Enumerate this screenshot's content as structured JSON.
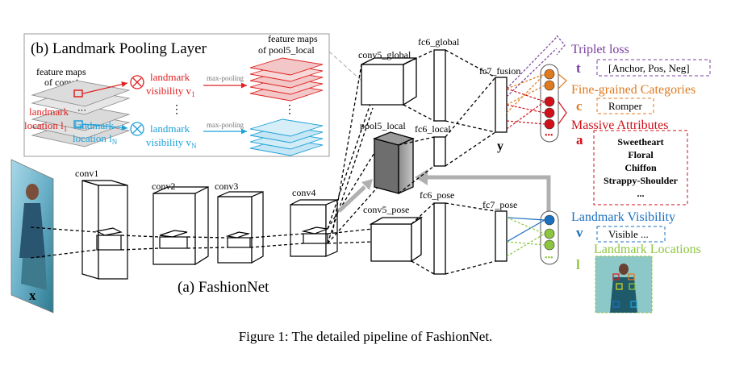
{
  "figure": {
    "caption": "Figure 1: The detailed pipeline of FashionNet.",
    "subtitle_a": "(a) FashionNet",
    "input_label": "x"
  },
  "pooling_panel": {
    "title": "(b) Landmark Pooling Layer",
    "feature_maps_conv4_line1": "feature maps",
    "feature_maps_conv4_line2": "of conv4",
    "feature_maps_pool_line1": "feature maps",
    "feature_maps_pool_line2": "of pool5_local",
    "landmark_location_1_line1": "landmark",
    "landmark_location_1_line2": "location l",
    "landmark_location_1_sub": "1",
    "landmark_location_n_line1": "landmark",
    "landmark_location_n_line2": "location l",
    "landmark_location_n_sub": "N",
    "visibility_1_line1": "landmark",
    "visibility_1_line2": "visibility v",
    "visibility_1_sub": "1",
    "visibility_n_line1": "landmark",
    "visibility_n_line2": "visibility v",
    "visibility_n_sub": "N",
    "max_pooling_1": "max-pooling",
    "max_pooling_n": "max-pooling",
    "dots": "⋮"
  },
  "layers": {
    "conv1": "conv1",
    "conv2": "conv2",
    "conv3": "conv3",
    "conv4": "conv4",
    "conv5_global": "conv5_global",
    "pool5_local": "pool5_local",
    "conv5_pose": "conv5_pose",
    "fc6_global": "fc6_global",
    "fc6_local": "fc6_local",
    "fc6_pose": "fc6_pose",
    "fc7_fusion": "fc7_fusion",
    "fc7_pose": "fc7_pose",
    "y": "y"
  },
  "outputs": {
    "triplet_loss": "Triplet loss",
    "t_letter": "t",
    "triplet_box": "[Anchor, Pos, Neg]",
    "fine_grained": "Fine-grained Categories",
    "c_letter": "c",
    "category_box": "Romper",
    "attributes": "Massive Attributes",
    "a_letter": "a",
    "attribute_items": [
      "Sweetheart",
      "Floral",
      "Chiffon",
      "Strappy-Shoulder",
      "..."
    ],
    "landmark_visibility": "Landmark Visibility",
    "v_letter": "v",
    "visibility_box": "Visible ...",
    "landmark_locations": "Landmark Locations",
    "l_letter": "l"
  },
  "colors": {
    "triplet": "#7a3fa0",
    "category": "#e07a1f",
    "attribute": "#d0101a",
    "visibility": "#1a6fbf",
    "location": "#8cc63e",
    "pool_red": "#e02020",
    "pool_blue": "#1ea0d8",
    "gray_arrow": "#b0b0b0"
  }
}
